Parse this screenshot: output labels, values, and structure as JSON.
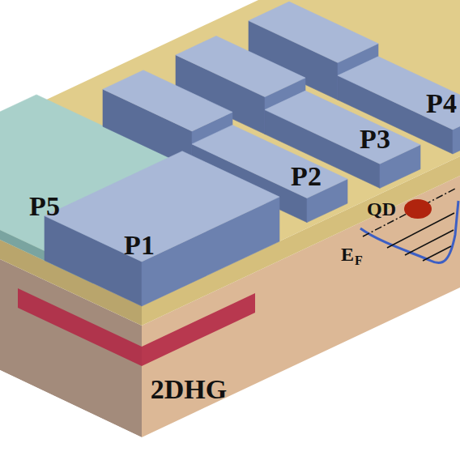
{
  "diagram": {
    "labels": [
      "P5",
      "P1",
      "P2",
      "P3",
      "P4",
      "QD",
      "E",
      "F",
      "2DHG"
    ]
  }
}
